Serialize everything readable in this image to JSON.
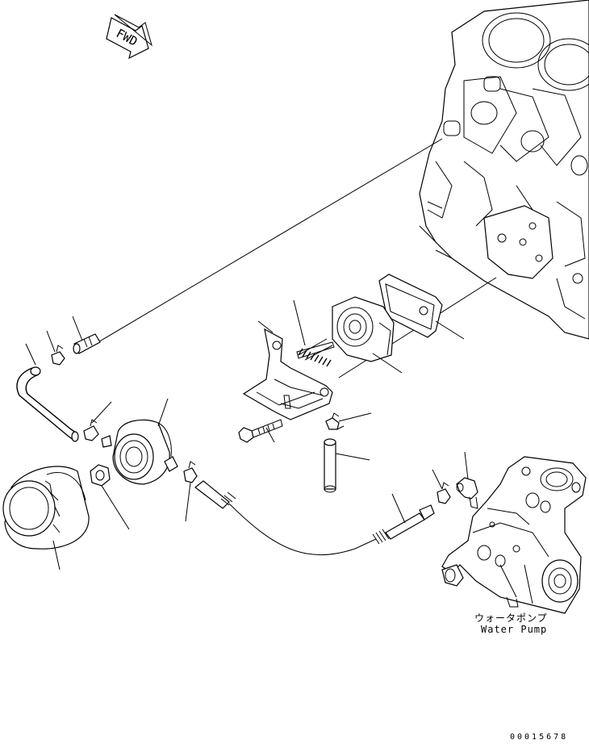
{
  "fwd_marker": {
    "text": "FWD",
    "icon": "fwd-arrow-icon"
  },
  "water_pump": {
    "label_jp": "ウォータポンプ",
    "label_en": "Water Pump"
  },
  "drawing_code": "00015678"
}
